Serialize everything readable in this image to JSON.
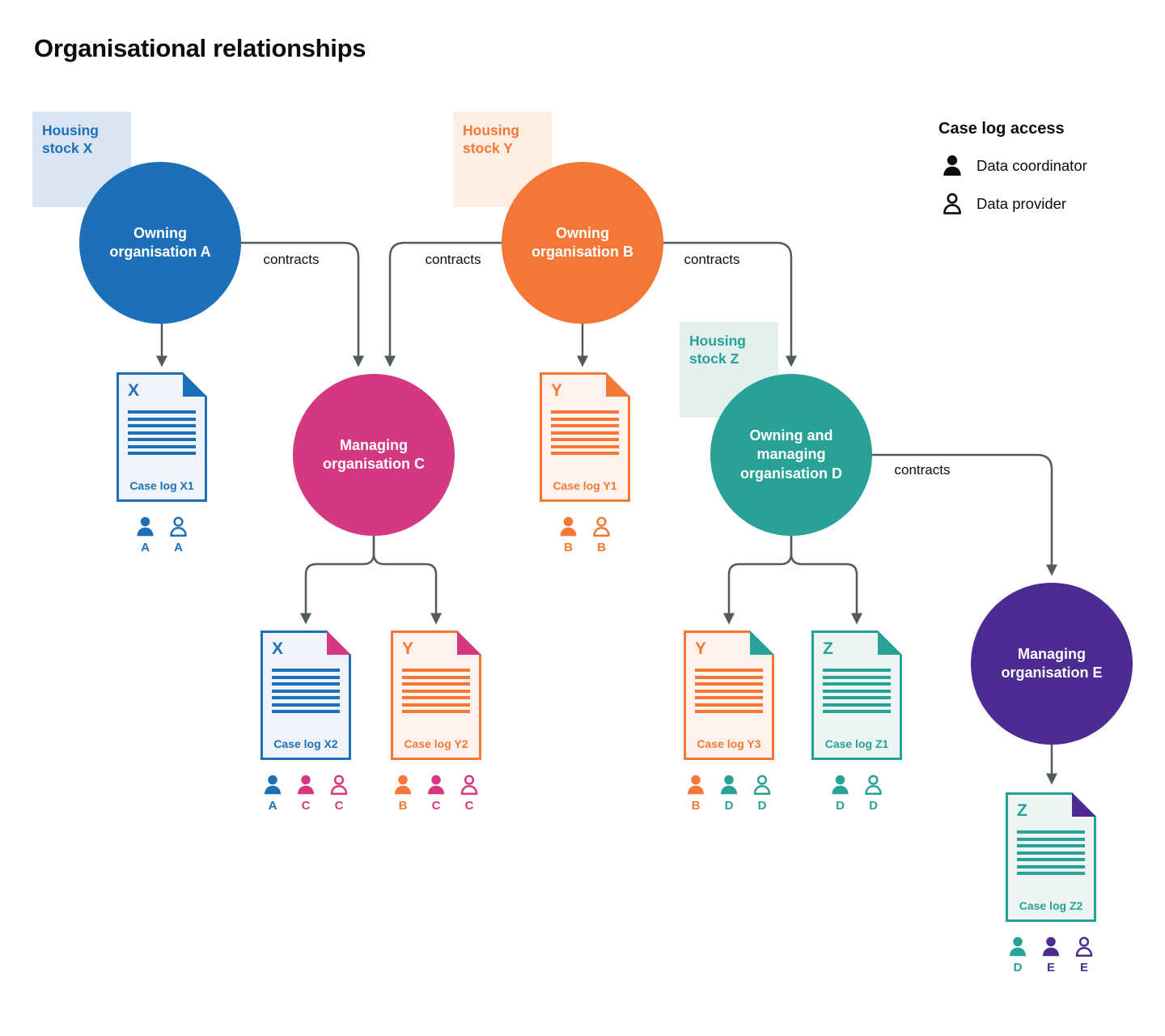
{
  "title": "Organisational relationships",
  "legend": {
    "title": "Case log access",
    "items": [
      {
        "icon": "person-filled-icon",
        "label": "Data coordinator"
      },
      {
        "icon": "person-outline-icon",
        "label": "Data provider"
      }
    ]
  },
  "housing_stocks": [
    {
      "id": "X",
      "label": "Housing stock X",
      "theme": "blue"
    },
    {
      "id": "Y",
      "label": "Housing stock Y",
      "theme": "orange"
    },
    {
      "id": "Z",
      "label": "Housing stock Z",
      "theme": "teal"
    }
  ],
  "organisations": [
    {
      "id": "A",
      "label": "Owning organisation A",
      "theme": "blue"
    },
    {
      "id": "B",
      "label": "Owning organisation B",
      "theme": "orange"
    },
    {
      "id": "C",
      "label": "Managing organisation C",
      "theme": "pink"
    },
    {
      "id": "D",
      "label": "Owning and managing organisation D",
      "theme": "teal"
    },
    {
      "id": "E",
      "label": "Managing organisation E",
      "theme": "purple"
    }
  ],
  "connections": [
    {
      "from": "A",
      "to": "C",
      "label": "contracts"
    },
    {
      "from": "B",
      "to": "C",
      "label": "contracts"
    },
    {
      "from": "B",
      "to": "D",
      "label": "contracts"
    },
    {
      "from": "D",
      "to": "E",
      "label": "contracts"
    }
  ],
  "case_logs": [
    {
      "id": "X1",
      "letter": "X",
      "label": "Case log X1",
      "theme": "blue",
      "fold": "blue",
      "access": [
        {
          "type": "coordinator",
          "letter": "A",
          "theme": "blue"
        },
        {
          "type": "provider",
          "letter": "A",
          "theme": "blue"
        }
      ]
    },
    {
      "id": "Y1",
      "letter": "Y",
      "label": "Case log Y1",
      "theme": "orange",
      "fold": "orange",
      "access": [
        {
          "type": "coordinator",
          "letter": "B",
          "theme": "orange"
        },
        {
          "type": "provider",
          "letter": "B",
          "theme": "orange"
        }
      ]
    },
    {
      "id": "X2",
      "letter": "X",
      "label": "Case log X2",
      "theme": "blue",
      "fold": "pink",
      "access": [
        {
          "type": "coordinator",
          "letter": "A",
          "theme": "blue"
        },
        {
          "type": "coordinator",
          "letter": "C",
          "theme": "pink"
        },
        {
          "type": "provider",
          "letter": "C",
          "theme": "pink"
        }
      ]
    },
    {
      "id": "Y2",
      "letter": "Y",
      "label": "Case log Y2",
      "theme": "orange",
      "fold": "pink",
      "access": [
        {
          "type": "coordinator",
          "letter": "B",
          "theme": "orange"
        },
        {
          "type": "coordinator",
          "letter": "C",
          "theme": "pink"
        },
        {
          "type": "provider",
          "letter": "C",
          "theme": "pink"
        }
      ]
    },
    {
      "id": "Y3",
      "letter": "Y",
      "label": "Case log Y3",
      "theme": "orange",
      "fold": "teal",
      "access": [
        {
          "type": "coordinator",
          "letter": "B",
          "theme": "orange"
        },
        {
          "type": "coordinator",
          "letter": "D",
          "theme": "teal"
        },
        {
          "type": "provider",
          "letter": "D",
          "theme": "teal"
        }
      ]
    },
    {
      "id": "Z1",
      "letter": "Z",
      "label": "Case log Z1",
      "theme": "teal",
      "fold": "teal",
      "access": [
        {
          "type": "coordinator",
          "letter": "D",
          "theme": "teal"
        },
        {
          "type": "provider",
          "letter": "D",
          "theme": "teal"
        }
      ]
    },
    {
      "id": "Z2",
      "letter": "Z",
      "label": "Case log Z2",
      "theme": "teal",
      "fold": "purple",
      "access": [
        {
          "type": "coordinator",
          "letter": "D",
          "theme": "teal"
        },
        {
          "type": "coordinator",
          "letter": "E",
          "theme": "purple"
        },
        {
          "type": "provider",
          "letter": "E",
          "theme": "purple"
        }
      ]
    }
  ],
  "colors": {
    "blue": "#1d70b8",
    "orange": "#f47738",
    "pink": "#d53880",
    "teal": "#28a197",
    "purple": "#4c2c92",
    "arrow": "#505a5f",
    "text": "#0b0c0c"
  }
}
